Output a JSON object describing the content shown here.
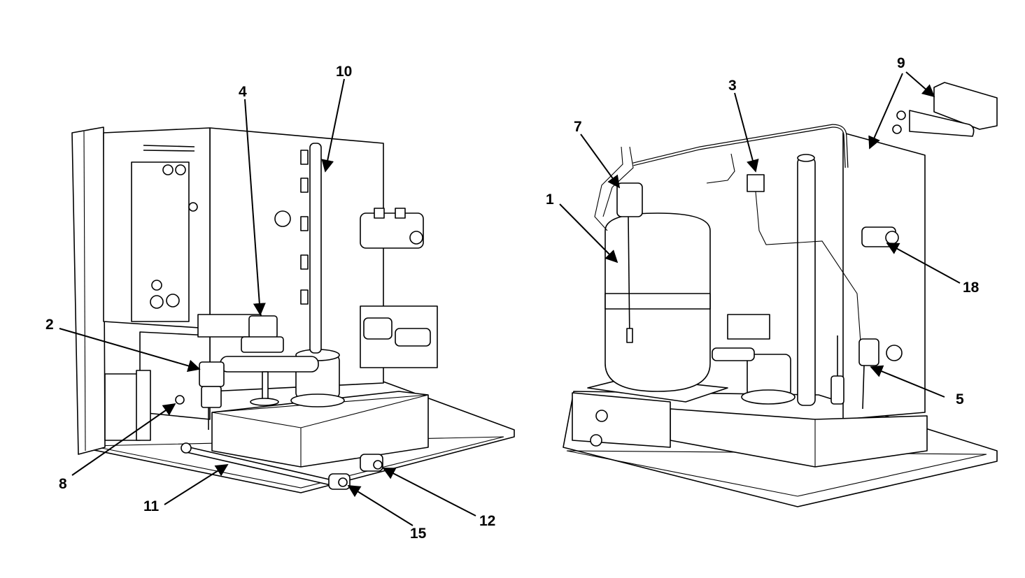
{
  "callouts": {
    "c1": "1",
    "c2": "2",
    "c3": "3",
    "c4": "4",
    "c5": "5",
    "c7": "7",
    "c8": "8",
    "c9": "9",
    "c10": "10",
    "c11": "11",
    "c12": "12",
    "c15": "15",
    "c18": "18"
  }
}
